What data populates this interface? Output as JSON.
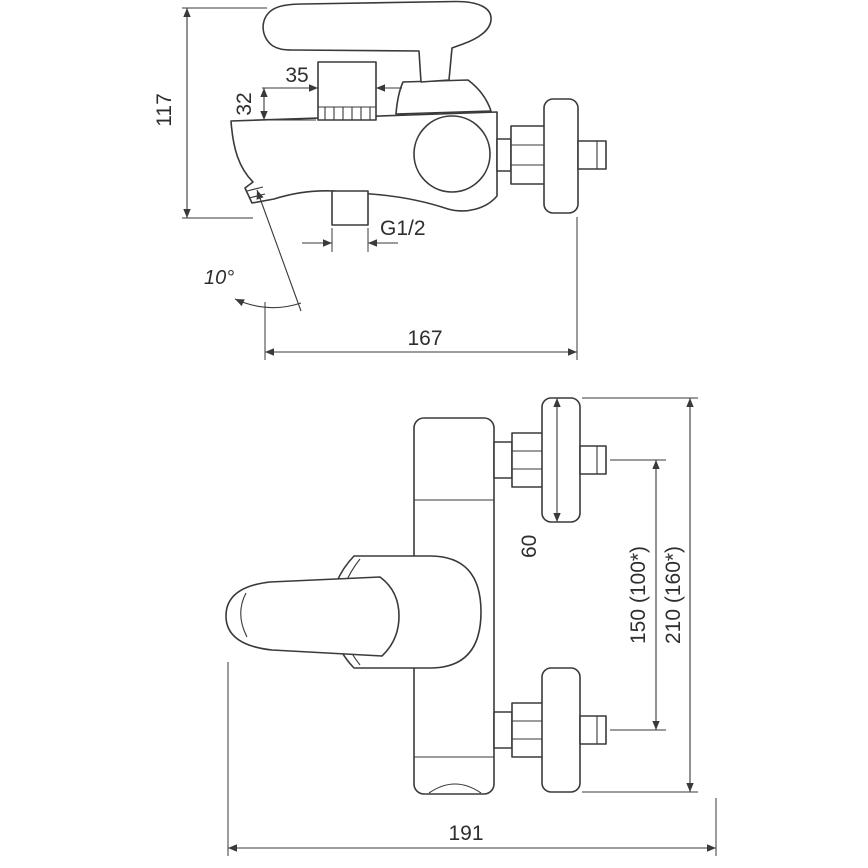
{
  "page": {
    "background": "#ffffff"
  },
  "drawing": {
    "line_color": "#3a3a3a",
    "side_view": {
      "dim_height": "117",
      "dim_knob_width": "35",
      "dim_knob_offset": "32",
      "outlet_thread": "G1/2",
      "spout_angle": "10°",
      "dim_depth": "167"
    },
    "front_view": {
      "dim_flange_diameter": "60",
      "dim_inlet_centers": "150 (100*)",
      "dim_overall_span": "210 (160*)",
      "dim_overall_width": "191"
    }
  }
}
